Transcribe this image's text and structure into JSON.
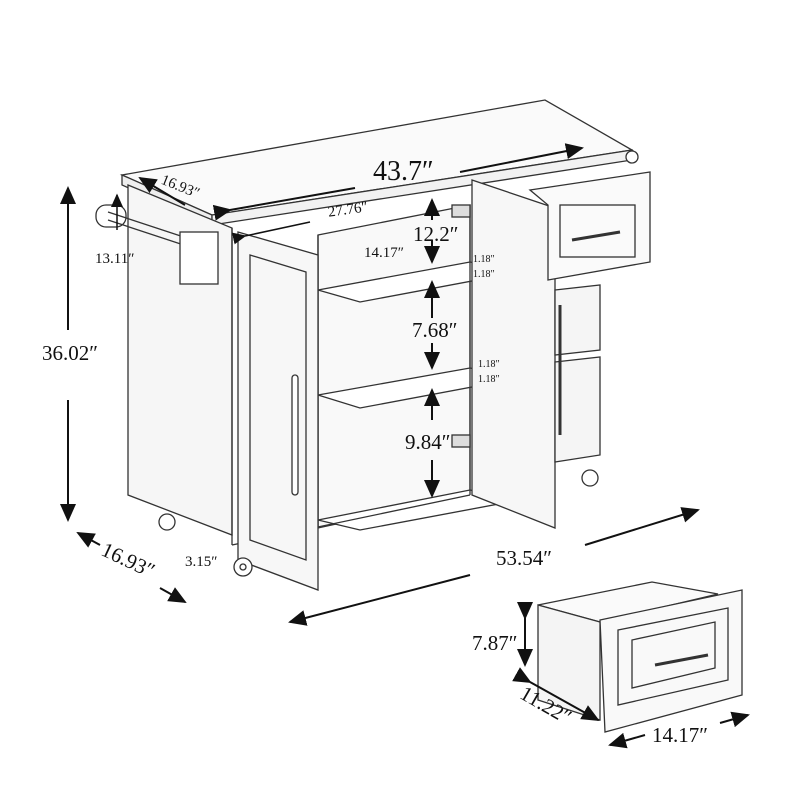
{
  "product": "Kitchen island cart with double-door cabinet, drawers and towel rack",
  "colors": {
    "line": "#333333",
    "arrow": "#111111",
    "panel": "#f4f4f4",
    "shadow": "#e2e2e2",
    "background": "#ffffff"
  },
  "dimensions": {
    "top_width": "43.7″",
    "top_depth": "16.93″",
    "inner_width": "27.76″",
    "towel_rack_height": "13.11″",
    "total_height": "36.02″",
    "upper_shelf_gap": "12.2″",
    "shelf_depth": "14.17″",
    "shelf_adjust_1a": "1.18″",
    "shelf_adjust_1b": "1.18″",
    "middle_shelf_gap": "7.68″",
    "shelf_adjust_2a": "1.18″",
    "shelf_adjust_2b": "1.18″",
    "lower_shelf_gap": "9.84″",
    "base_depth": "16.93″",
    "caster_height": "3.15″",
    "total_length": "53.54″"
  },
  "drawer_detail": {
    "height": "7.87″",
    "depth": "11.22″",
    "width": "14.17″"
  }
}
